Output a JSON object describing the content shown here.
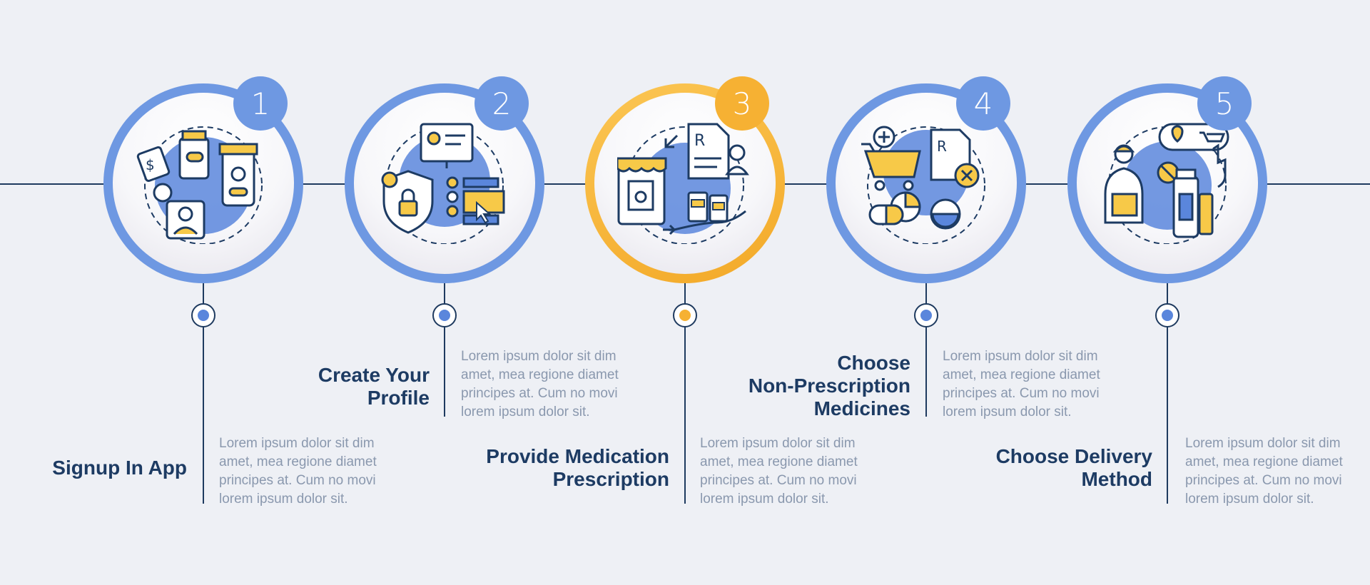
{
  "colors": {
    "background": "#eef0f5",
    "primary_blue": "#6e98e2",
    "accent_yellow": "#f6b133",
    "navy": "#1d3b63",
    "body_gray": "#8a98ae"
  },
  "steps": [
    {
      "number": "1",
      "title": "Signup In App",
      "body": "Lorem ipsum dolor sit dim\namet, mea regione diamet\nprincipes at. Cum no movi\nlorem ipsum dolor sit.",
      "icon": "mobile-pharmacy-app-icon"
    },
    {
      "number": "2",
      "title": "Create Your\nProfile",
      "body": "Lorem ipsum dolor sit dim\namet, mea regione diamet\nprincipes at. Cum no movi\nlorem ipsum dolor sit.",
      "icon": "secure-profile-icon"
    },
    {
      "number": "3",
      "title": "Provide Medication\nPrescription",
      "body": "Lorem ipsum dolor sit dim\namet, mea regione diamet\nprincipes at. Cum no movi\nlorem ipsum dolor sit.",
      "icon": "prescription-icon"
    },
    {
      "number": "4",
      "title": "Choose\nNon-Prescription\nMedicines",
      "body": "Lorem ipsum dolor sit dim\namet, mea regione diamet\nprincipes at. Cum no movi\nlorem ipsum dolor sit.",
      "icon": "shopping-cart-pills-icon"
    },
    {
      "number": "5",
      "title": "Choose Delivery\nMethod",
      "body": "Lorem ipsum dolor sit dim\namet, mea regione diamet\nprincipes at. Cum no movi\nlorem ipsum dolor sit.",
      "icon": "delivery-courier-icon"
    }
  ]
}
